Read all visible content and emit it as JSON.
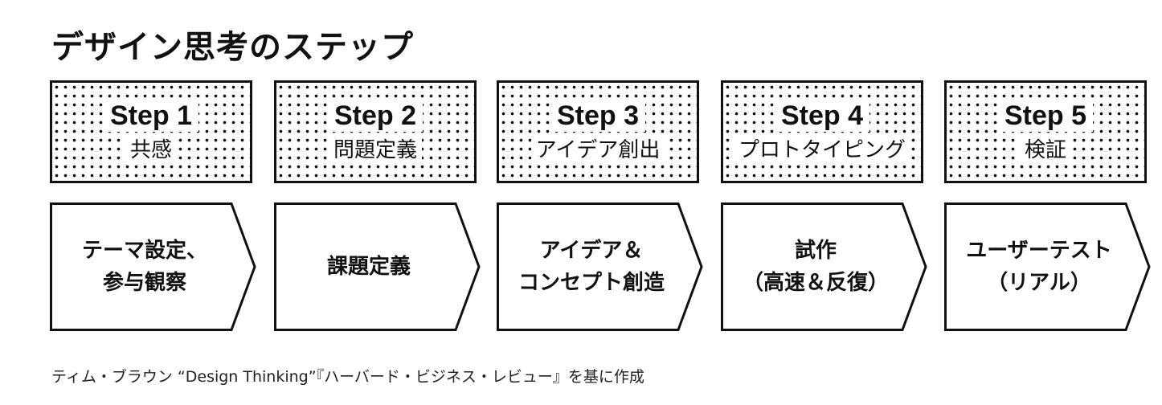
{
  "title": "デザイン思考のステップ",
  "steps": [
    {
      "label": "Step 1",
      "name": "共感",
      "description": [
        "テーマ設定、",
        "参与観察"
      ]
    },
    {
      "label": "Step 2",
      "name": "問題定義",
      "description": [
        "課題定義"
      ]
    },
    {
      "label": "Step 3",
      "name": "アイデア創出",
      "description": [
        "アイデア＆",
        "コンセプト創造"
      ]
    },
    {
      "label": "Step 4",
      "name": "プロトタイピング",
      "description": [
        "試作",
        "（高速＆反復）"
      ]
    },
    {
      "label": "Step 5",
      "name": "検証",
      "description": [
        "ユーザーテスト",
        "（リアル）"
      ]
    }
  ],
  "caption": "ティム・ブラウン “Design Thinking”『ハーバード・ビジネス・レビュー』を基に作成",
  "colors": {
    "ink": "#111111",
    "background": "#ffffff"
  }
}
